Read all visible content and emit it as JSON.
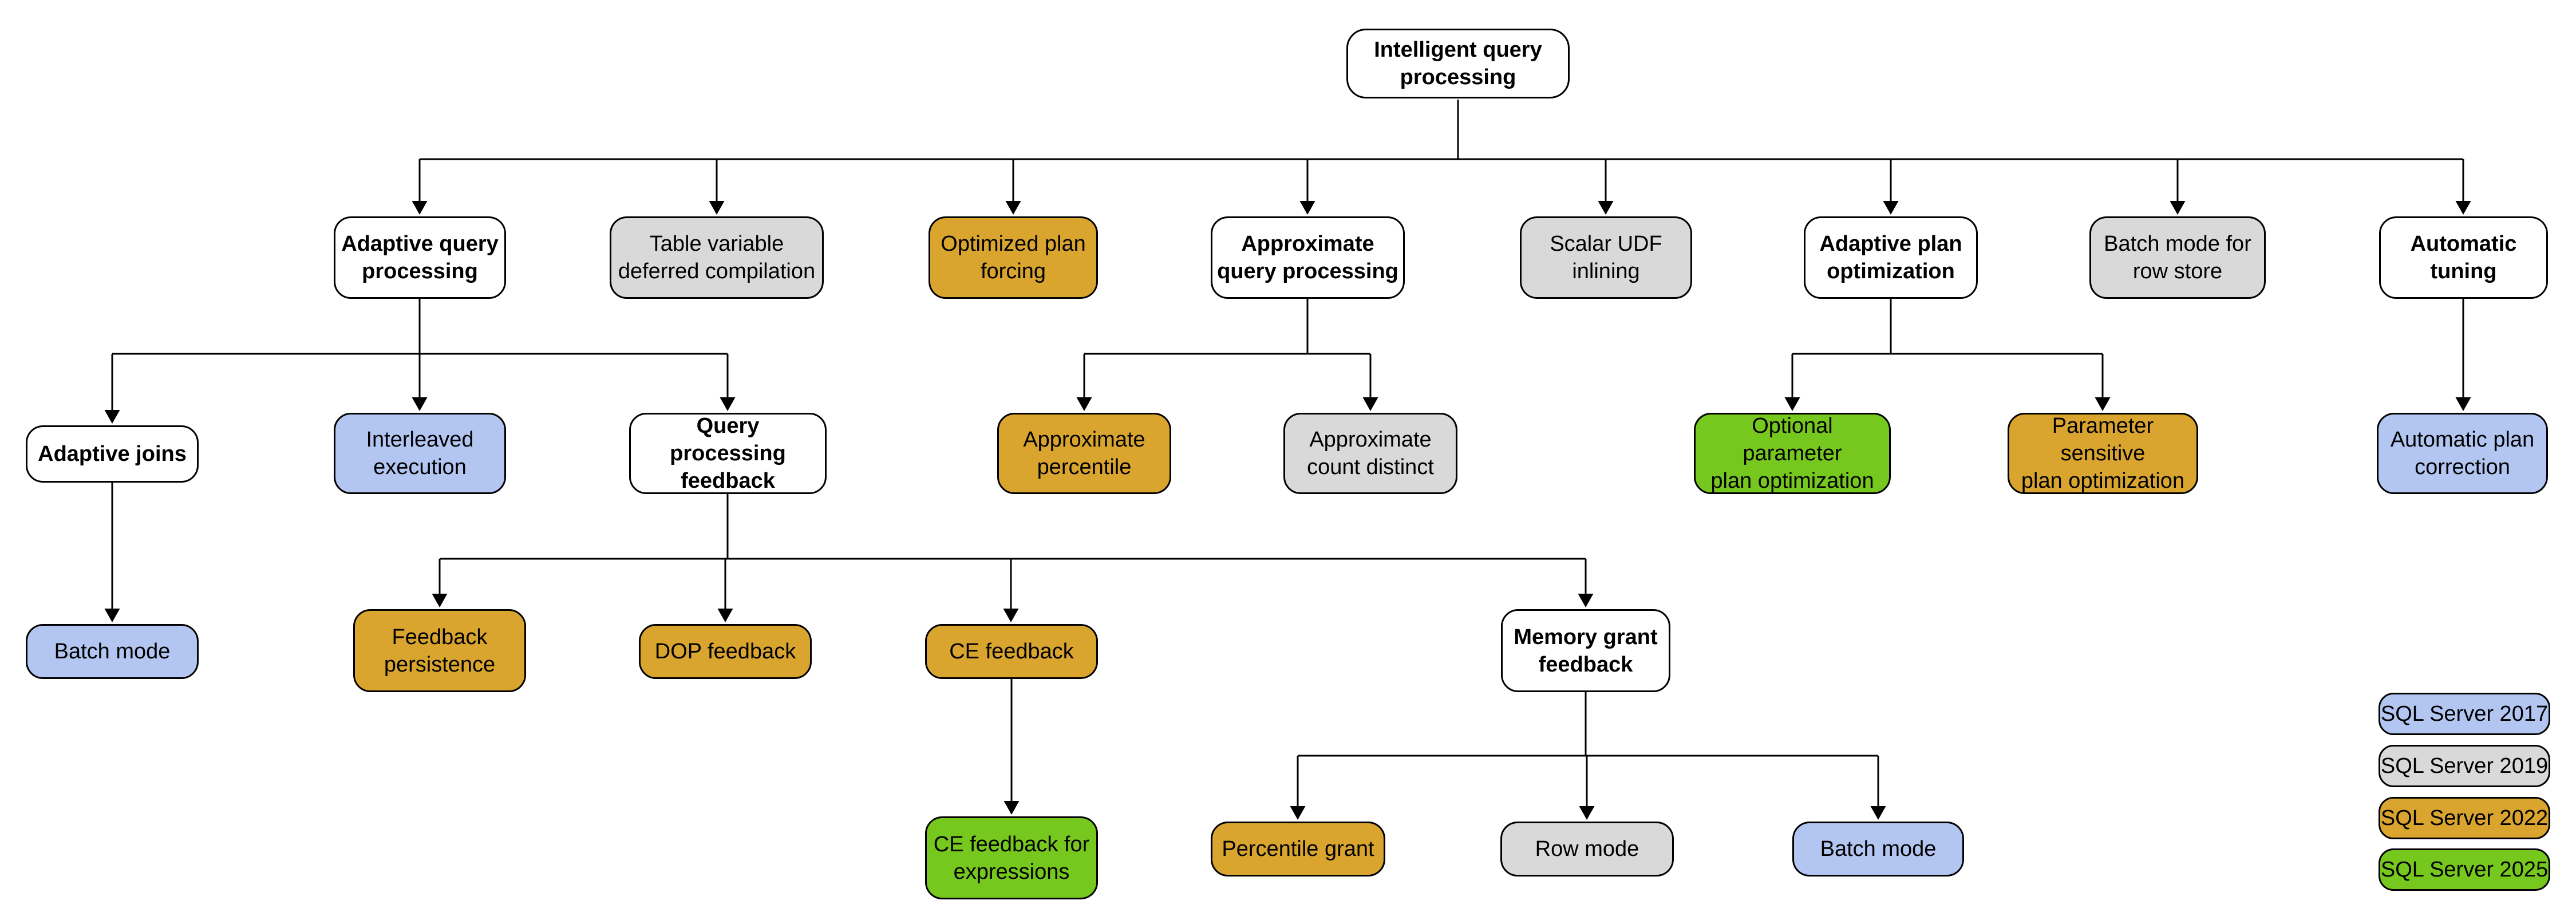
{
  "palette": {
    "2017": "#B3C6F2",
    "2019": "#D9D9D9",
    "2022": "#D9A52F",
    "2025": "#76C81E",
    "none": "#FFFFFF"
  },
  "nodes": {
    "iqp": {
      "label": "Intelligent query\nprocessing",
      "version": "none"
    },
    "aqp": {
      "label": "Adaptive query\nprocessing",
      "version": "none"
    },
    "tvdc": {
      "label": "Table variable\ndeferred compilation",
      "version": "2019"
    },
    "opf": {
      "label": "Optimized plan\nforcing",
      "version": "2022"
    },
    "aqproc": {
      "label": "Approximate\nquery processing",
      "version": "none"
    },
    "sui": {
      "label": "Scalar UDF\ninlining",
      "version": "2019"
    },
    "apo": {
      "label": "Adaptive plan\noptimization",
      "version": "none"
    },
    "bmrs": {
      "label": "Batch mode for\nrow store",
      "version": "2019"
    },
    "at": {
      "label": "Automatic\ntuning",
      "version": "none"
    },
    "aj": {
      "label": "Adaptive joins",
      "version": "none"
    },
    "ie": {
      "label": "Interleaved\nexecution",
      "version": "2017"
    },
    "qpf": {
      "label": "Query processing\nfeedback",
      "version": "none"
    },
    "ap": {
      "label": "Approximate\npercentile",
      "version": "2022"
    },
    "acd": {
      "label": "Approximate\ncount distinct",
      "version": "2019"
    },
    "oppo": {
      "label": "Optional parameter\nplan optimization",
      "version": "2025"
    },
    "pspo": {
      "label": "Parameter sensitive\nplan optimization",
      "version": "2022"
    },
    "apc": {
      "label": "Automatic plan\ncorrection",
      "version": "2017"
    },
    "bm1": {
      "label": "Batch mode",
      "version": "2017"
    },
    "fp": {
      "label": "Feedback\npersistence",
      "version": "2022"
    },
    "dop": {
      "label": "DOP feedback",
      "version": "2022"
    },
    "cef": {
      "label": "CE feedback",
      "version": "2022"
    },
    "mgf": {
      "label": "Memory grant\nfeedback",
      "version": "none"
    },
    "cefe": {
      "label": "CE feedback for\nexpressions",
      "version": "2025"
    },
    "pg": {
      "label": "Percentile grant",
      "version": "2022"
    },
    "rm": {
      "label": "Row mode",
      "version": "2019"
    },
    "bm2": {
      "label": "Batch mode",
      "version": "2017"
    }
  },
  "legend": {
    "items": [
      {
        "label": "SQL Server 2017",
        "version": "2017"
      },
      {
        "label": "SQL Server 2019",
        "version": "2019"
      },
      {
        "label": "SQL Server 2022",
        "version": "2022"
      },
      {
        "label": "SQL Server 2025",
        "version": "2025"
      }
    ]
  }
}
